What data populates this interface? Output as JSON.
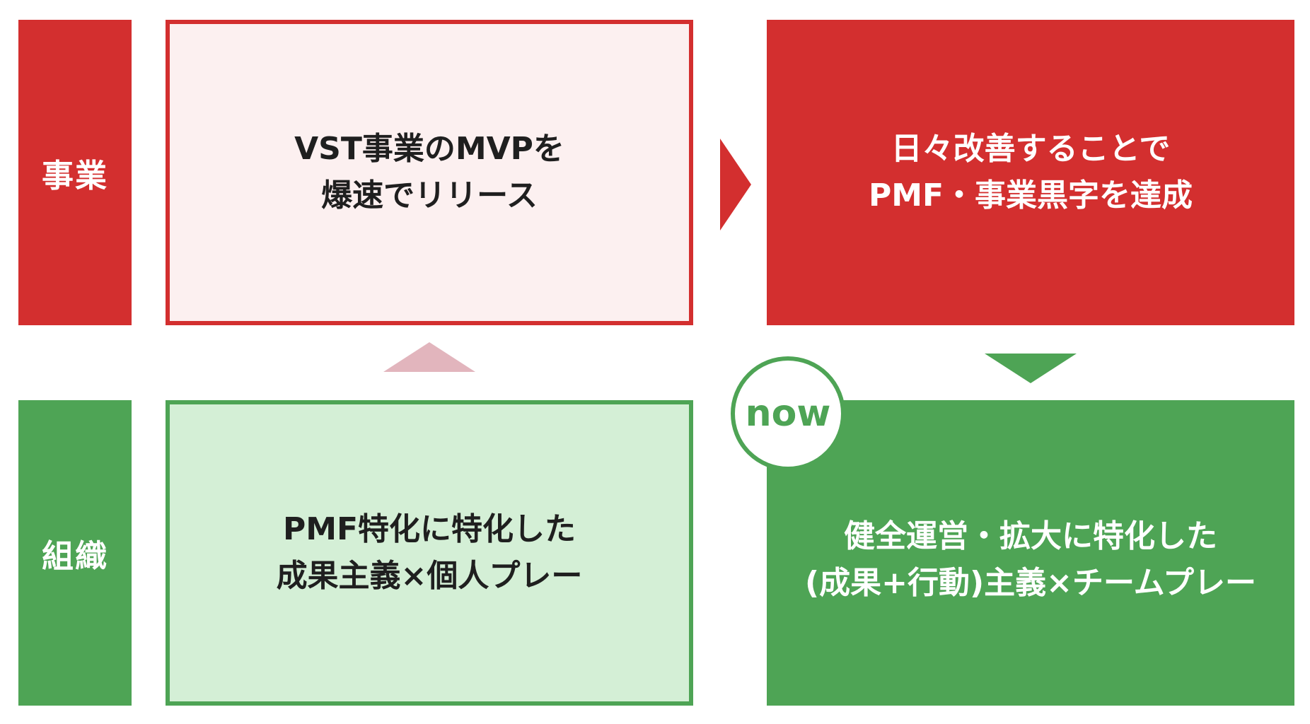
{
  "rows": {
    "business_label": "事業",
    "organization_label": "組織"
  },
  "boxes": {
    "business_past": {
      "line1": "VST事業のMVPを",
      "line2": "爆速でリリース"
    },
    "business_goal": {
      "line1": "日々改善することで",
      "line2": "PMF・事業黒字を達成"
    },
    "org_past": {
      "line1": "PMF特化に特化した",
      "line2": "成果主義×個人プレー"
    },
    "org_now": {
      "line1": "健全運営・拡大に特化した",
      "line2": "(成果+行動)主義×チームプレー"
    }
  },
  "badge": {
    "now": "now"
  },
  "colors": {
    "red": "#d32f2f",
    "green": "#4ea455",
    "pink_fill": "#fcf0f0",
    "light_green_fill": "#d4efd6",
    "faded_arrow": "#e2b5bd"
  },
  "icons": {
    "arrow_right": "triangle-right",
    "arrow_down": "triangle-down",
    "arrow_up": "triangle-up"
  }
}
